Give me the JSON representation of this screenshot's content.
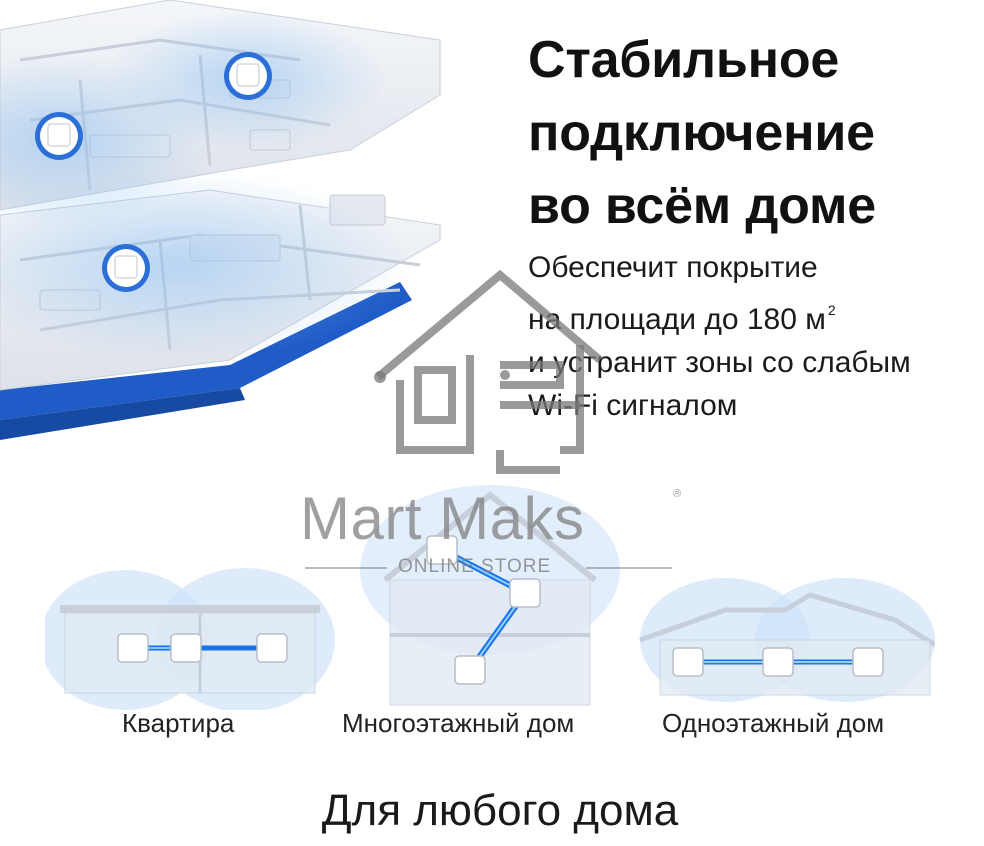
{
  "headline": {
    "lines": [
      "Стабильное",
      "подключение",
      "во всём доме"
    ]
  },
  "description": {
    "line1": "Обеспечит покрытие",
    "line2": "на площади до 180 м",
    "line2_sup": "2",
    "line3": "и устранит зоны со слабым",
    "line4": "Wi-Fi сигналом"
  },
  "watermark": {
    "brand": "Mart Maks",
    "registered": "®",
    "subtitle": "ONLINE STORE"
  },
  "scenarios": [
    {
      "caption": "Квартира"
    },
    {
      "caption": "Многоэтажный дом"
    },
    {
      "caption": "Одноэтажный дом"
    }
  ],
  "footer": {
    "title": "Для любого дома"
  },
  "colors": {
    "accent_blue": "#1e5fd0",
    "coverage_blue": "#7fb6ee",
    "link_blue": "#3f8ff5",
    "device_ring": "#2c6fd8"
  }
}
